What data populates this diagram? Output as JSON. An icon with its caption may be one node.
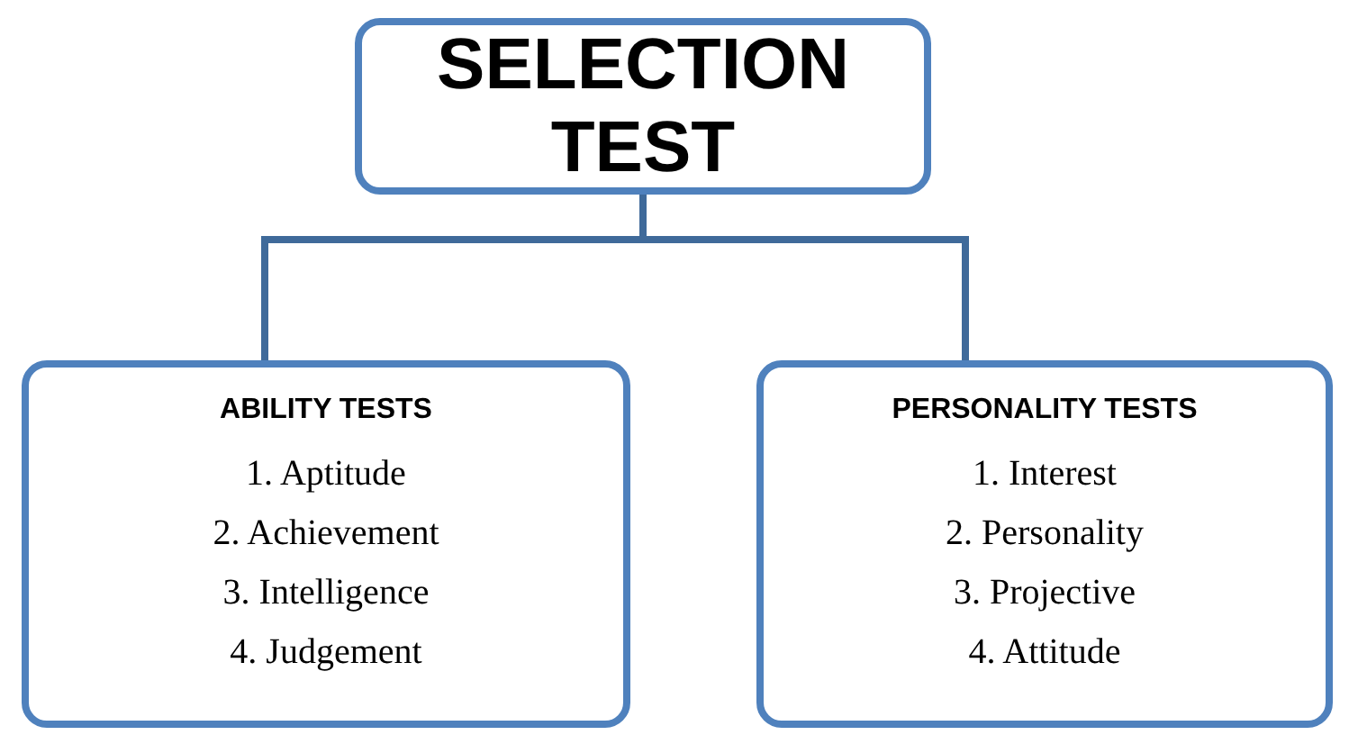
{
  "diagram": {
    "nodes": [
      {
        "text": [
          "SELECTION TEST"
        ]
      },
      {
        "text": [
          "ABILITY TESTS",
          "1. Aptitude",
          "2. Achievement",
          "3. Intelligence",
          "4. Judgement"
        ]
      },
      {
        "text": [
          "PERSONALITY TESTS",
          "1. Interest",
          "2. Personality",
          "3. Projective",
          "4. Attitude"
        ]
      }
    ],
    "edges": [
      {
        "from": 0,
        "to": 1,
        "arrow": "none"
      },
      {
        "from": 0,
        "to": 2,
        "arrow": "none"
      }
    ]
  }
}
